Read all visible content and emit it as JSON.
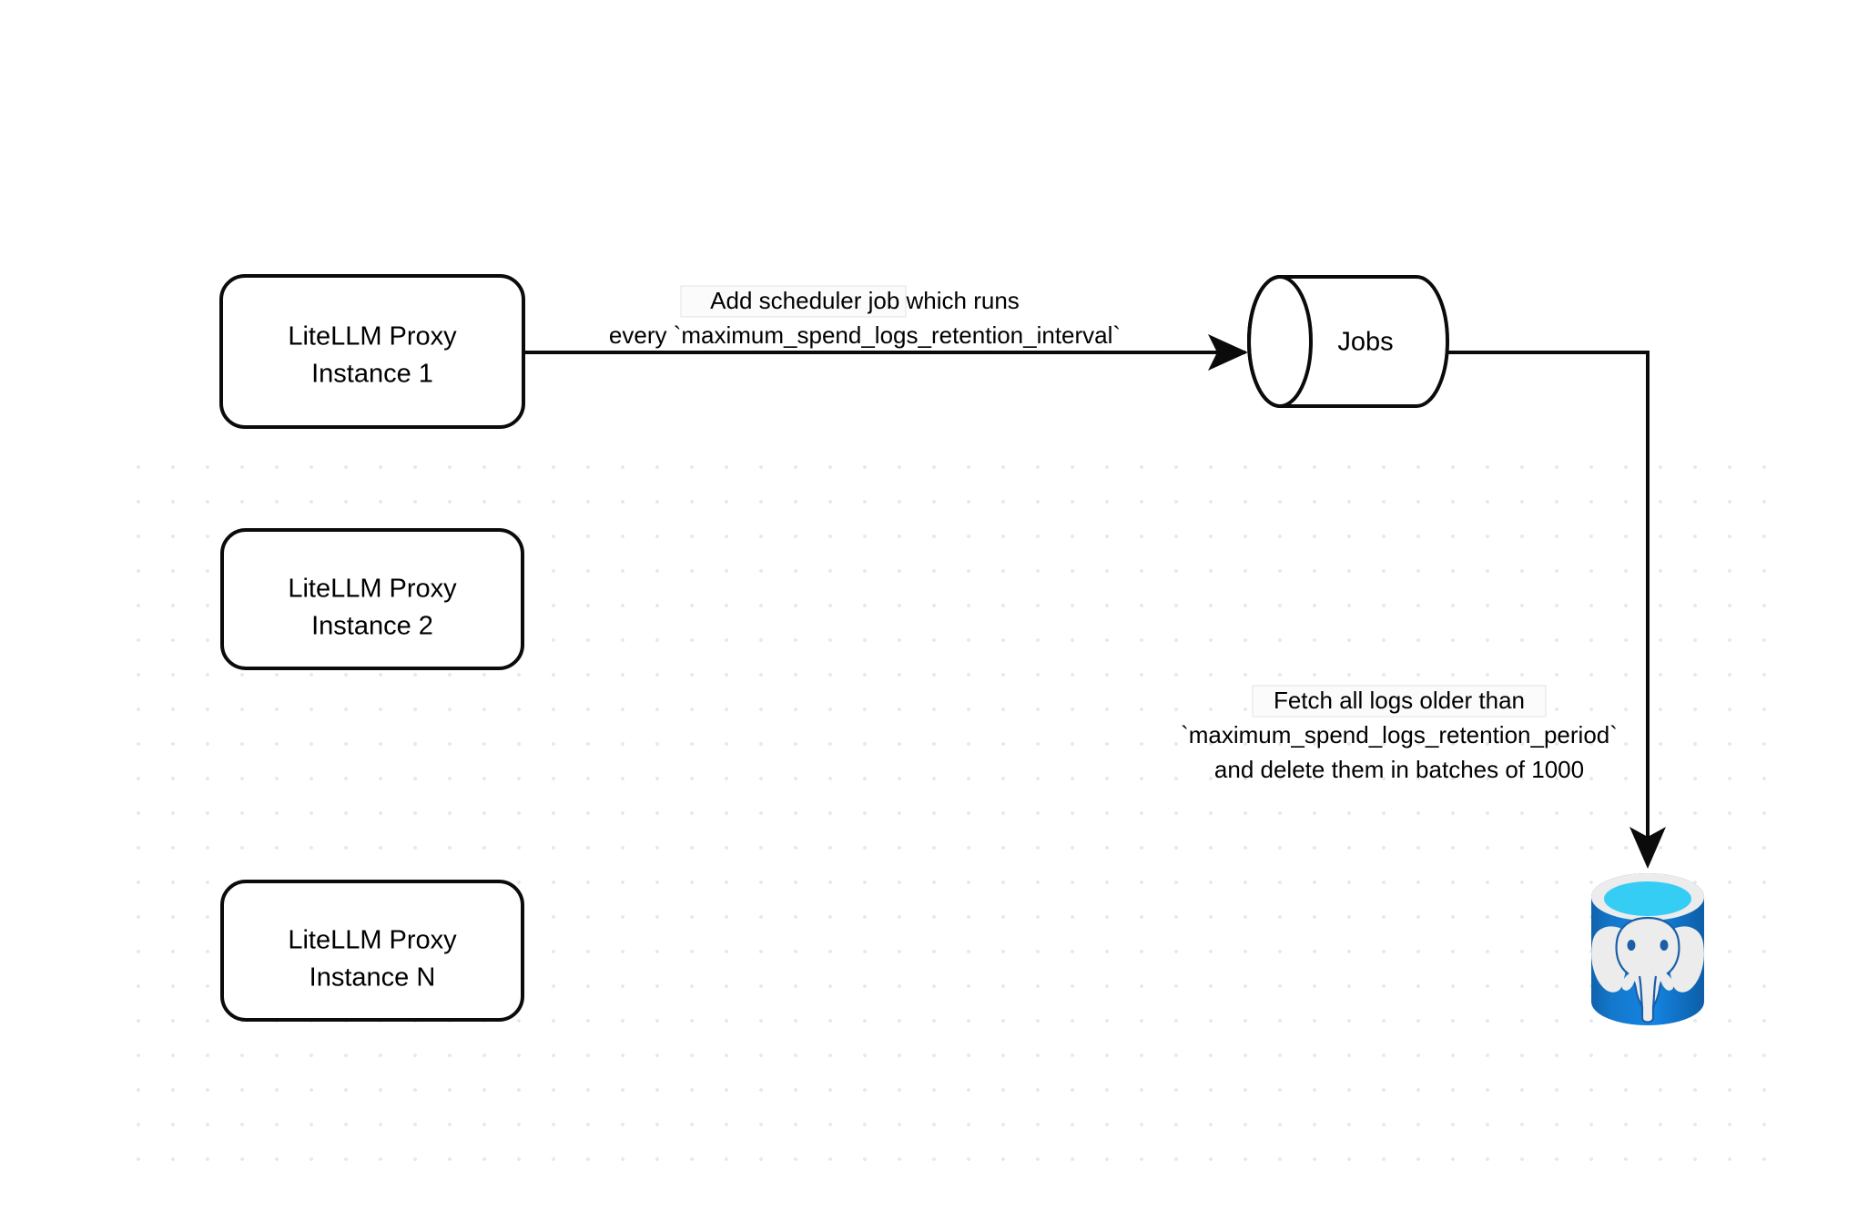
{
  "diagram": {
    "title": "LiteLLM spend logs retention scheduler flow",
    "background_color": "#ffffff",
    "grid_dot_color": "#e8e9ea",
    "stroke_color": "#0b0b0b"
  },
  "nodes": [
    {
      "id": "instance-1",
      "type": "rounded-rect",
      "line1": "LiteLLM Proxy",
      "line2": "Instance 1"
    },
    {
      "id": "instance-2",
      "type": "rounded-rect",
      "line1": "LiteLLM Proxy",
      "line2": "Instance 2"
    },
    {
      "id": "instance-n",
      "type": "rounded-rect",
      "line1": "LiteLLM Proxy",
      "line2": "Instance N"
    },
    {
      "id": "jobs",
      "type": "cylinder",
      "label": "Jobs"
    },
    {
      "id": "postgres",
      "type": "database-icon",
      "label": "",
      "colors": {
        "body": "#1273c4",
        "body_light": "#1a86e0",
        "rim": "#ebebeb",
        "top": "#36cdf5",
        "liquid": "#1885b8",
        "elephant": "#ececec"
      }
    }
  ],
  "edges": [
    {
      "id": "edge-scheduler",
      "from": "instance-1",
      "to": "jobs",
      "label_line1": "Add scheduler job which runs",
      "label_line2": "every `maximum_spend_logs_retention_interval`"
    },
    {
      "id": "edge-cleanup",
      "from": "jobs",
      "to": "postgres",
      "label_line1": "Fetch all logs older than",
      "label_line2": "`maximum_spend_logs_retention_period`",
      "label_line3": "and delete them in batches of 1000"
    }
  ]
}
